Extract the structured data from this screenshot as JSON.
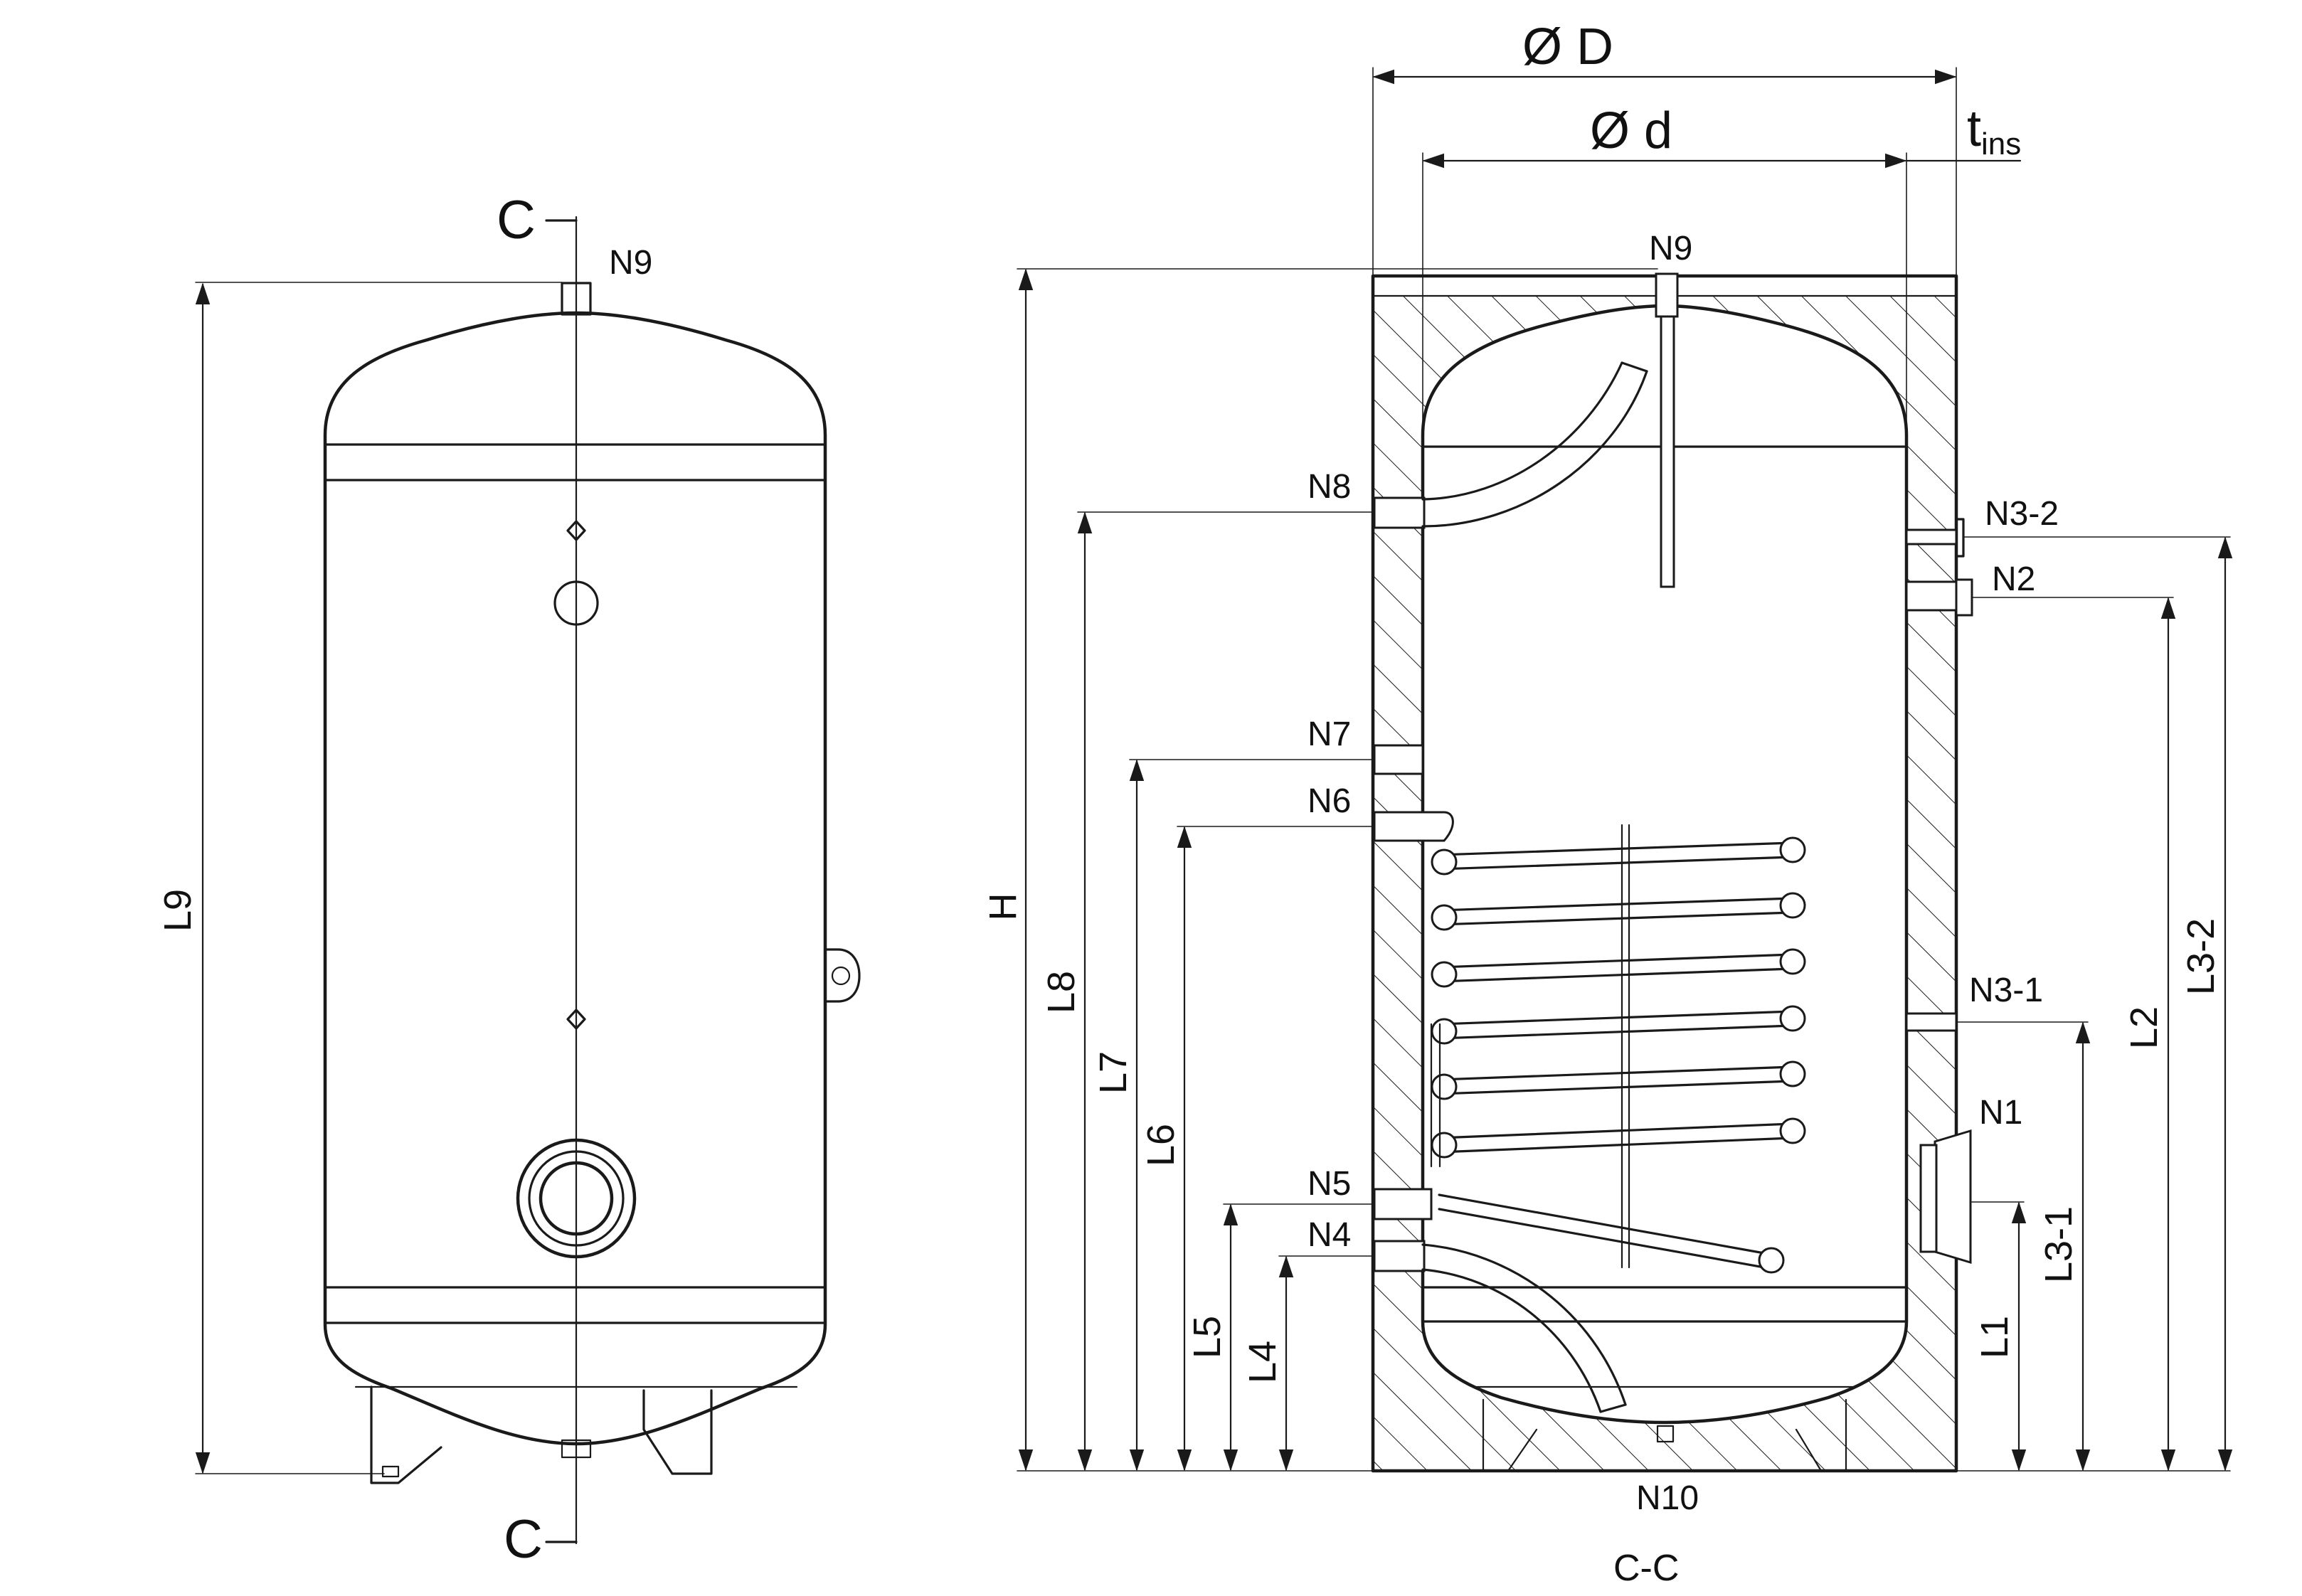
{
  "side_view": {
    "section_marker_top": "C",
    "section_marker_bottom": "C",
    "nozzle_top": "N9",
    "dim_height": "L9"
  },
  "section_view": {
    "section_title": "C-C",
    "dim_outer_diameter": "Ø D",
    "dim_inner_diameter": "Ø d",
    "dim_insulation_main": "t",
    "dim_insulation_sub": "ins",
    "dim_total_height": "H",
    "nozzles": {
      "n1": "N1",
      "n2": "N2",
      "n3_1": "N3-1",
      "n3_2": "N3-2",
      "n4": "N4",
      "n5": "N5",
      "n6": "N6",
      "n7": "N7",
      "n8": "N8",
      "n9": "N9",
      "n10": "N10"
    },
    "dims": {
      "l1": "L1",
      "l2": "L2",
      "l3_1": "L3-1",
      "l3_2": "L3-2",
      "l4": "L4",
      "l5": "L5",
      "l6": "L6",
      "l7": "L7",
      "l8": "L8"
    }
  }
}
